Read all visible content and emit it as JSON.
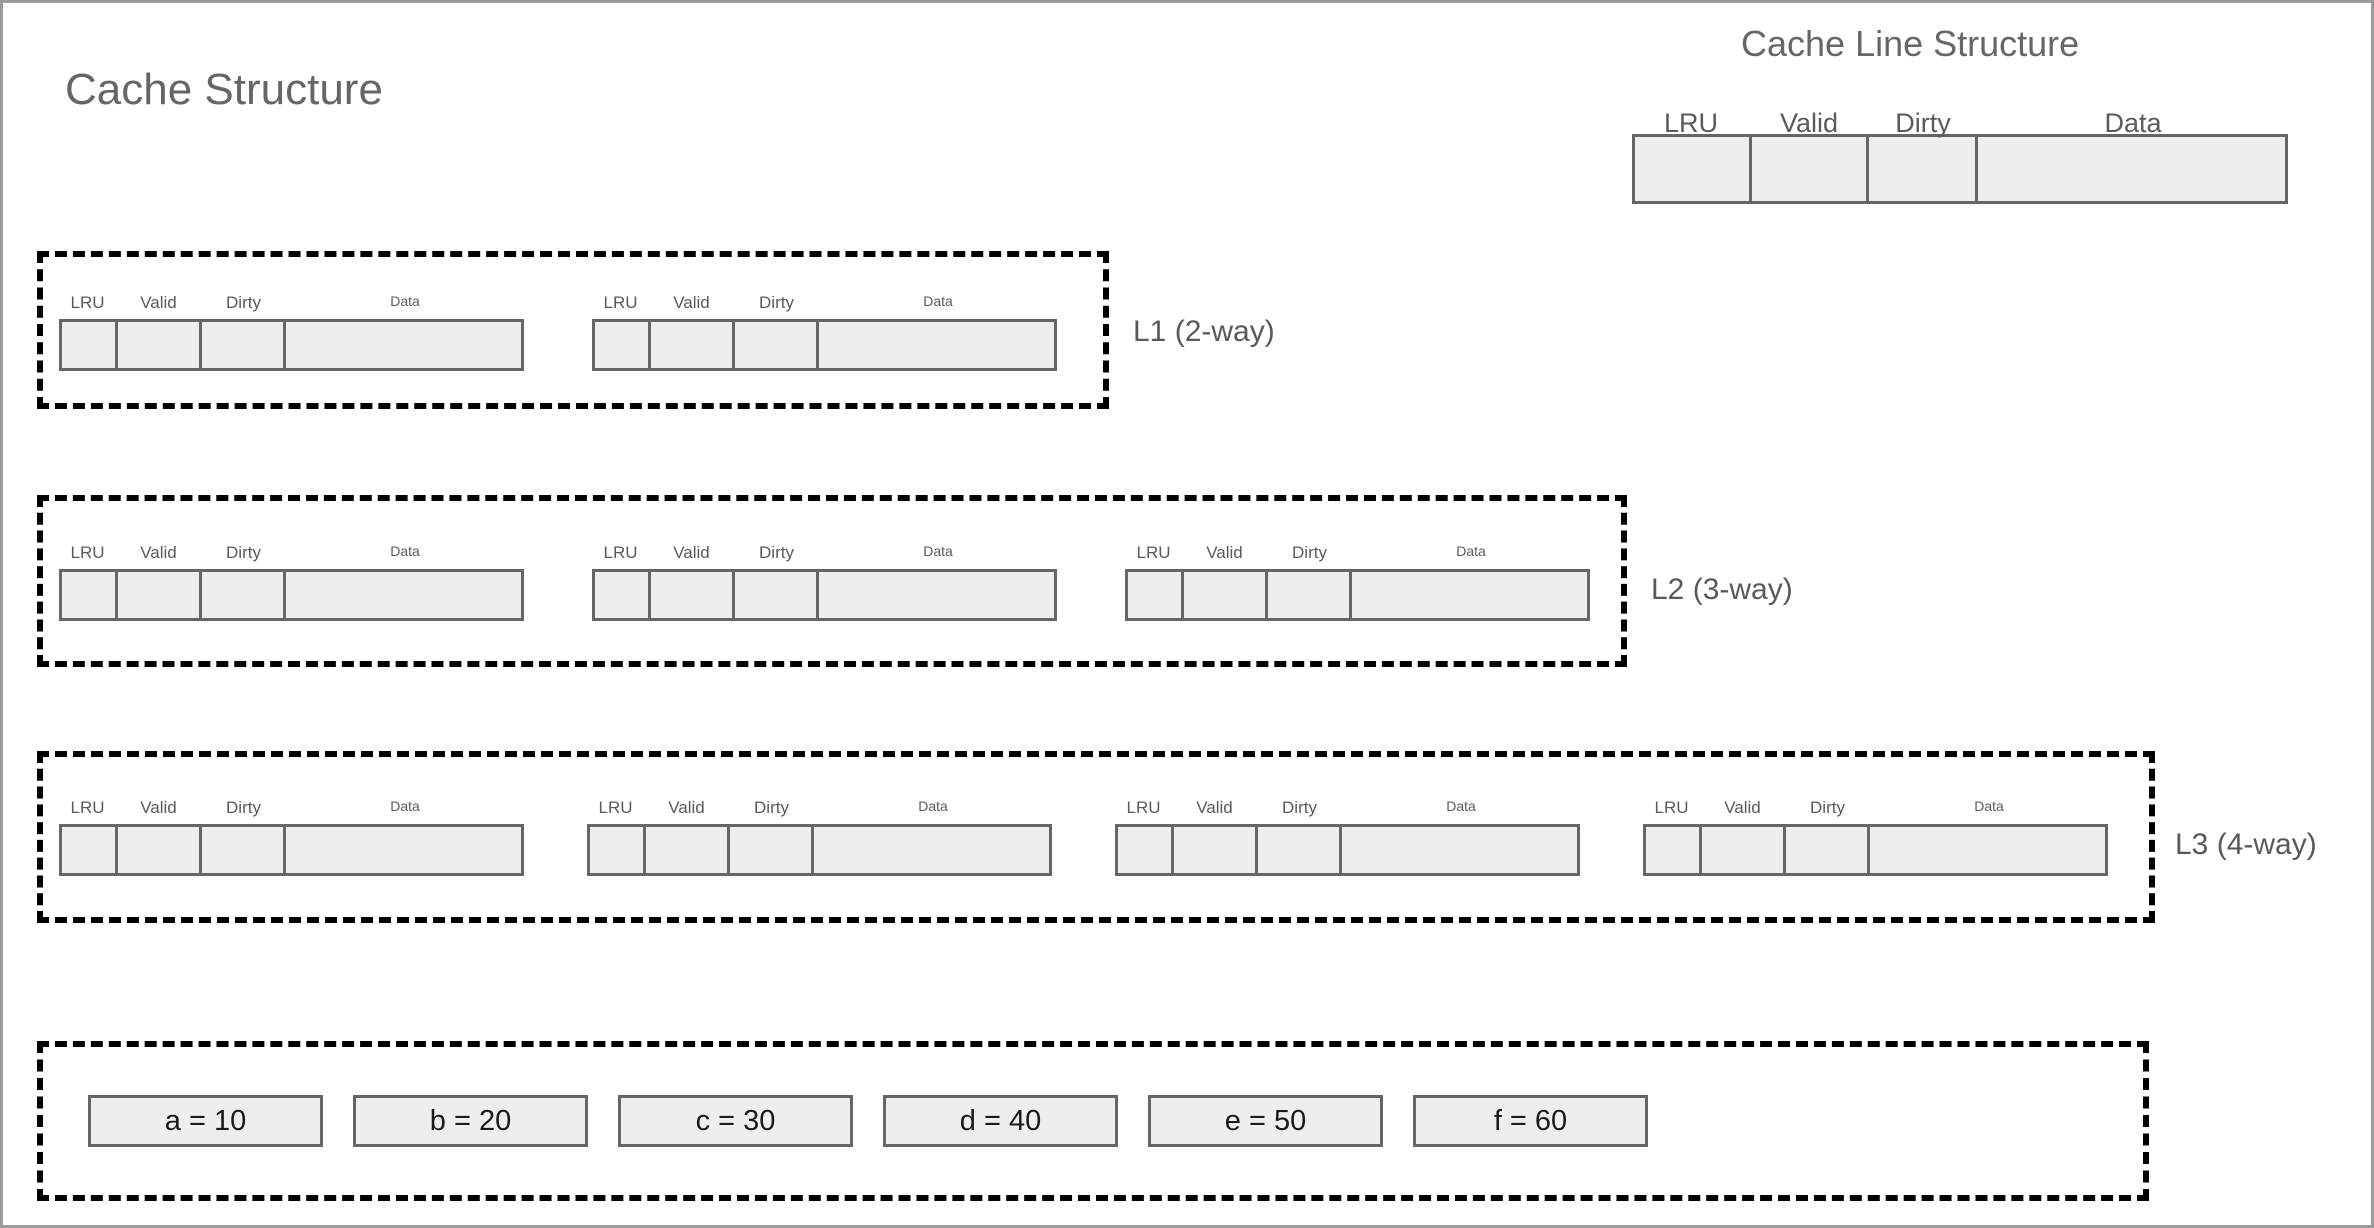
{
  "page": {
    "title": "Cache Structure",
    "background_color": "#ffffff",
    "border_color": "#9a9a9a",
    "title_color": "#666666"
  },
  "legend": {
    "title": "Cache Line Structure",
    "fields": [
      "LRU",
      "Valid",
      "Dirty",
      "Data"
    ]
  },
  "cache_line_fields": [
    "LRU",
    "Valid",
    "Dirty",
    "Data"
  ],
  "levels": [
    {
      "id": "l1",
      "label": "L1 (2-way)",
      "ways": 2,
      "way_labels": [
        [
          "LRU",
          "Valid",
          "Dirty",
          "Data"
        ],
        [
          "LRU",
          "Valid",
          "Dirty",
          "Data"
        ]
      ]
    },
    {
      "id": "l2",
      "label": "L2 (3-way)",
      "ways": 3,
      "way_labels": [
        [
          "LRU",
          "Valid",
          "Dirty",
          "Data"
        ],
        [
          "LRU",
          "Valid",
          "Dirty",
          "Data"
        ],
        [
          "LRU",
          "Valid",
          "Dirty",
          "Data"
        ]
      ]
    },
    {
      "id": "l3",
      "label": "L3 (4-way)",
      "ways": 4,
      "way_labels": [
        [
          "LRU",
          "Valid",
          "Dirty",
          "Data"
        ],
        [
          "LRU",
          "Valid",
          "Dirty",
          "Data"
        ],
        [
          "LRU",
          "Valid",
          "Dirty",
          "Data"
        ],
        [
          "LRU",
          "Valid",
          "Dirty",
          "Data"
        ]
      ]
    }
  ],
  "memory": {
    "variables": [
      {
        "name": "a",
        "value": 10,
        "text": "a = 10"
      },
      {
        "name": "b",
        "value": 20,
        "text": "b = 20"
      },
      {
        "name": "c",
        "value": 30,
        "text": "c = 30"
      },
      {
        "name": "d",
        "value": 40,
        "text": "d = 40"
      },
      {
        "name": "e",
        "value": 50,
        "text": "e = 50"
      },
      {
        "name": "f",
        "value": 60,
        "text": "f = 60"
      }
    ]
  },
  "colors": {
    "cell_fill": "#eeeeee",
    "cell_border": "#666666",
    "dashed_border": "#000000",
    "label_text": "#5a5a5a",
    "level_label_text": "#595959"
  }
}
